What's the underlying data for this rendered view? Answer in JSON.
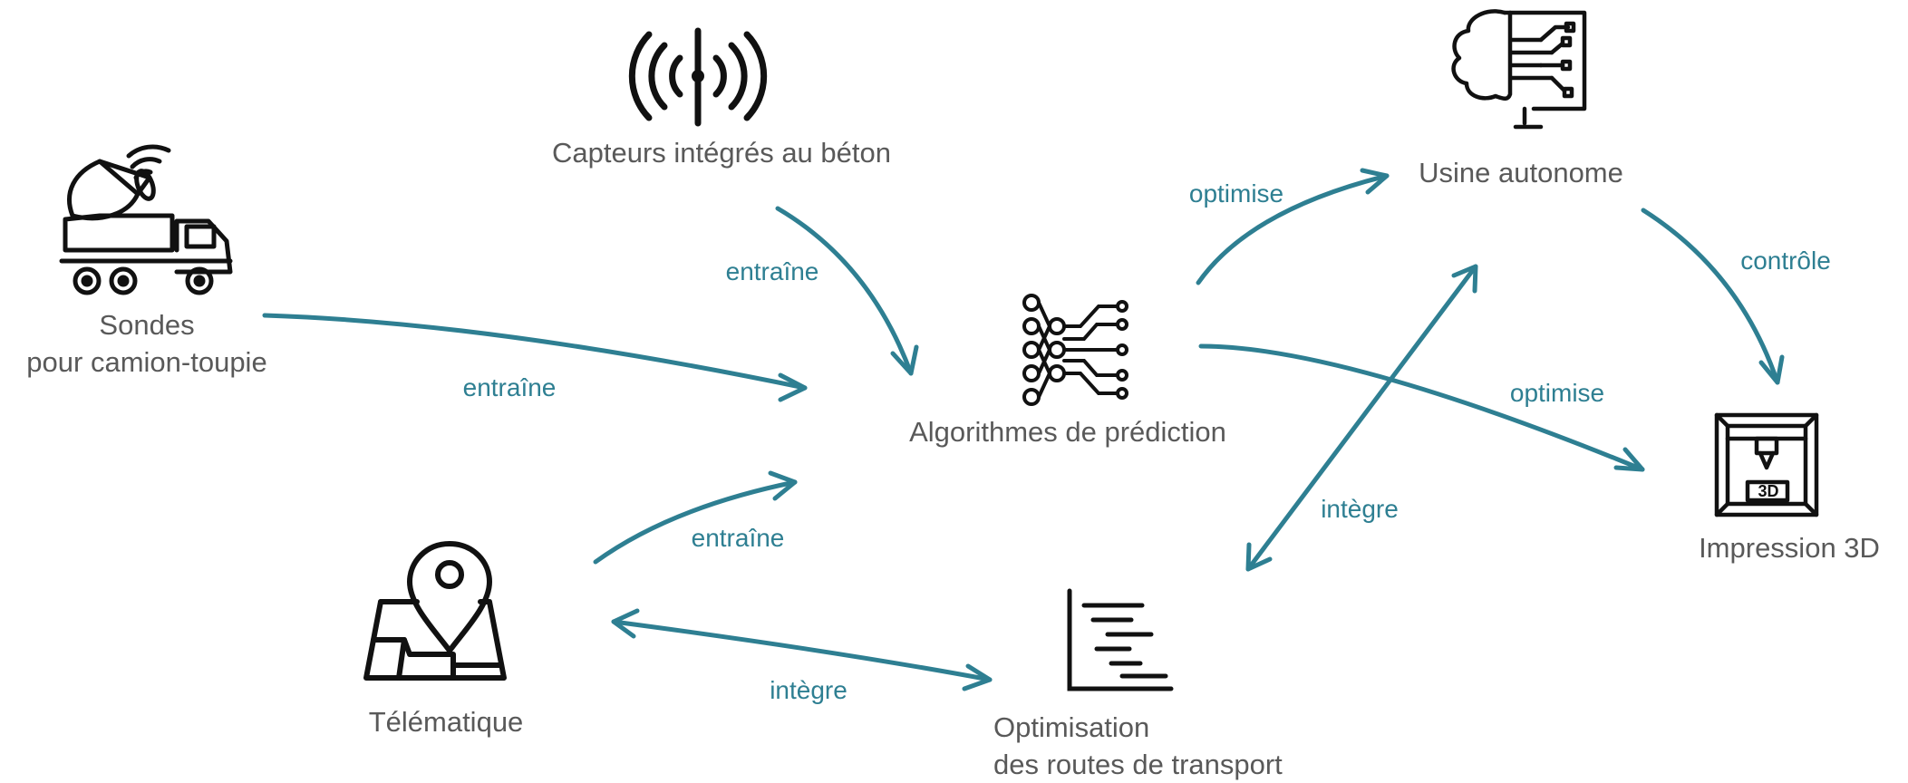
{
  "accent_color": "#2e7f92",
  "label_color": "#595959",
  "nodes": {
    "capteurs": {
      "icon": "wireless-signal-icon",
      "label": "Capteurs intégrés au béton"
    },
    "sondes": {
      "icon": "concrete-mixer-truck-icon",
      "line1": "Sondes",
      "line2": "pour camion-toupie"
    },
    "algorithmes": {
      "icon": "neural-network-icon",
      "label": "Algorithmes de prédiction"
    },
    "telematique": {
      "icon": "map-pin-icon",
      "label": "Télématique"
    },
    "optimisation": {
      "icon": "gantt-chart-icon",
      "line1": "Optimisation",
      "line2": "des routes de transport"
    },
    "usine": {
      "icon": "brain-computer-icon",
      "label": "Usine autonome"
    },
    "impression": {
      "icon": "3d-printer-icon",
      "label": "Impression 3D",
      "badge": "3D"
    }
  },
  "edges": {
    "capteurs_algorithmes": "entraîne",
    "sondes_algorithmes": "entraîne",
    "telematique_algorithmes": "entraîne",
    "telematique_optimisation": "intègre",
    "algorithmes_usine": "optimise",
    "algorithmes_impression": "optimise",
    "usine_impression": "contrôle",
    "usine_optimisation": "intègre"
  }
}
